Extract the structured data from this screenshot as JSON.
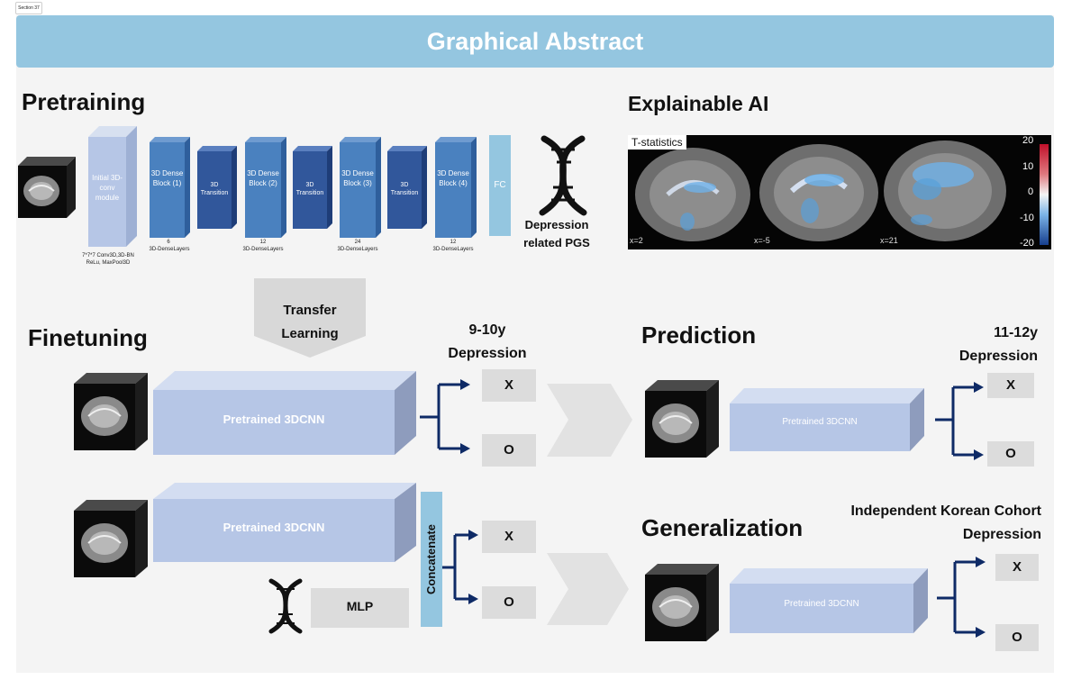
{
  "section_tag": "Section 37",
  "title": "Graphical Abstract",
  "pretraining": {
    "heading": "Pretraining",
    "blocks": {
      "initial": "Initial 3D-conv module",
      "initial_note": "7*7*7 Conv3D,3D-BN ReLu, MaxPool3D",
      "dense1": "3D Dense Block (1)",
      "dense2": "3D Dense Block (2)",
      "dense3": "3D Dense Block (3)",
      "dense4": "3D Dense Block (4)",
      "transition": "3D Transition",
      "fc": "FC"
    },
    "layer_counts": [
      "6",
      "12",
      "24",
      "12"
    ],
    "layer_label": "3D-DenseLayers",
    "pgs_label": "Depression related PGS"
  },
  "explainable": {
    "heading": "Explainable AI",
    "panel_title": "T-statistics",
    "slice_labels": [
      "x=2",
      "x=-5",
      "x=21"
    ],
    "colorbar_ticks": [
      "20",
      "10",
      "0",
      "-10",
      "-20"
    ]
  },
  "transfer_label": "Transfer Learning",
  "finetuning": {
    "heading": "Finetuning",
    "outcome_label": "9-10y Depression",
    "model_label": "Pretrained 3DCNN",
    "concat_label": "Concatenate",
    "mlp_label": "MLP",
    "outputs": [
      "X",
      "O"
    ]
  },
  "prediction": {
    "heading": "Prediction",
    "outcome_label": "11-12y Depression",
    "model_label": "Pretrained 3DCNN",
    "outputs": [
      "X",
      "O"
    ]
  },
  "generalization": {
    "heading": "Generalization",
    "outcome_label": "Independent Korean Cohort Depression",
    "model_label": "Pretrained 3DCNN",
    "outputs": [
      "X",
      "O"
    ]
  },
  "colors": {
    "banner": "#94c6e0",
    "dense_block": "#4a81bf",
    "transition": "#31579b",
    "model_box": "#b6c6e6",
    "concat": "#94c6e0",
    "arrow": "#0e2a66",
    "output_box": "#dcdcdc"
  }
}
